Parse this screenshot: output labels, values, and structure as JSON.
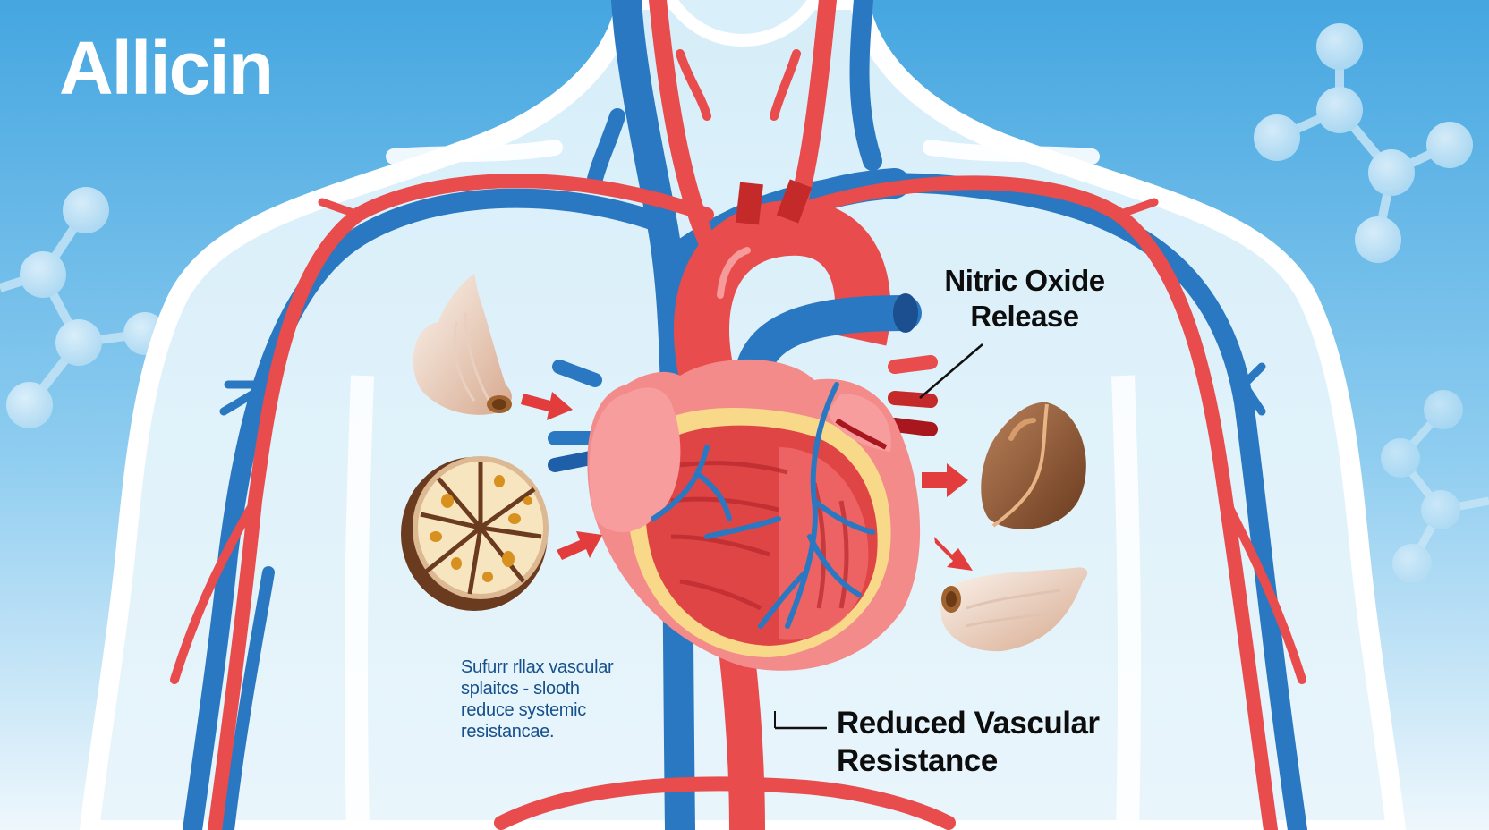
{
  "title": "Allicin",
  "labels": {
    "nitric_oxide": [
      "Nitric Oxide",
      "Release"
    ],
    "reduced_resistance": [
      "Reduced Vascular",
      "Resistance"
    ]
  },
  "note": {
    "lines": [
      "Sufurr rllax vascular",
      "splaitcs - slooth",
      "reduce systemic",
      "resistancae."
    ]
  },
  "illustration": {
    "subject": "human torso with circulatory system and heart",
    "elements": [
      "heart",
      "arteries",
      "veins",
      "garlic-clove-left",
      "garlic-slice",
      "garlic-nut",
      "garlic-clove-right",
      "molecule-left",
      "molecule-right-top",
      "molecule-right-bottom",
      "arrows"
    ]
  },
  "colors": {
    "sky_top": "#45a6e0",
    "sky_bottom": "#e8f4fb",
    "body": "#cde9f7",
    "artery": "#e84c4c",
    "artery_dark": "#a8171d",
    "vein": "#2a78c2",
    "vein_dark": "#1b4f8f",
    "heart_pink": "#f38b8b",
    "heart_yellow": "#f8d98a",
    "arrow": "#e23c3c",
    "label_text": "#0d0d0d",
    "note_text": "#16508c",
    "title_text": "#ffffff"
  }
}
